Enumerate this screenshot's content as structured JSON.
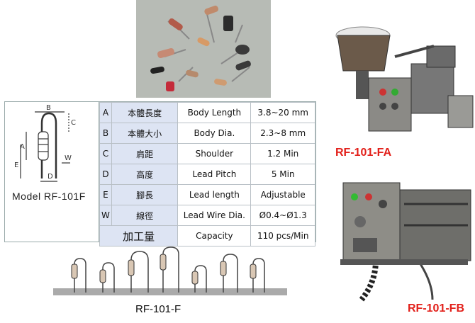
{
  "diagram": {
    "dim_b": "B",
    "dim_c": "C",
    "dim_a": "A",
    "dim_e": "E",
    "dim_w": "W",
    "dim_d": "D",
    "model_label": "Model  RF-101F"
  },
  "spec_table": {
    "rows": [
      {
        "letter": "A",
        "zh": "本體長度",
        "en": "Body Length",
        "value": "3.8~20 mm"
      },
      {
        "letter": "B",
        "zh": "本體大小",
        "en": "Body Dia.",
        "value": "2.3~8 mm"
      },
      {
        "letter": "C",
        "zh": "肩距",
        "en": "Shoulder",
        "value": "1.2 Min"
      },
      {
        "letter": "D",
        "zh": "高度",
        "en": "Lead Pitch",
        "value": "5 Min"
      },
      {
        "letter": "E",
        "zh": "腳長",
        "en": "Lead length",
        "value": "Adjustable"
      },
      {
        "letter": "W",
        "zh": "線徑",
        "en": "Lead Wire Dia.",
        "value": "Ø0.4~Ø1.3"
      }
    ],
    "capacity": {
      "zh": "加工量",
      "en": "Capacity",
      "value": "110 pcs/Min"
    }
  },
  "captions": {
    "formed_strip": "RF-101-F",
    "machine_fa": "RF-101-FA",
    "machine_fb": "RF-101-FB"
  },
  "colors": {
    "accent_red": "#e2201a",
    "table_header_fill": "#dde4f3"
  }
}
